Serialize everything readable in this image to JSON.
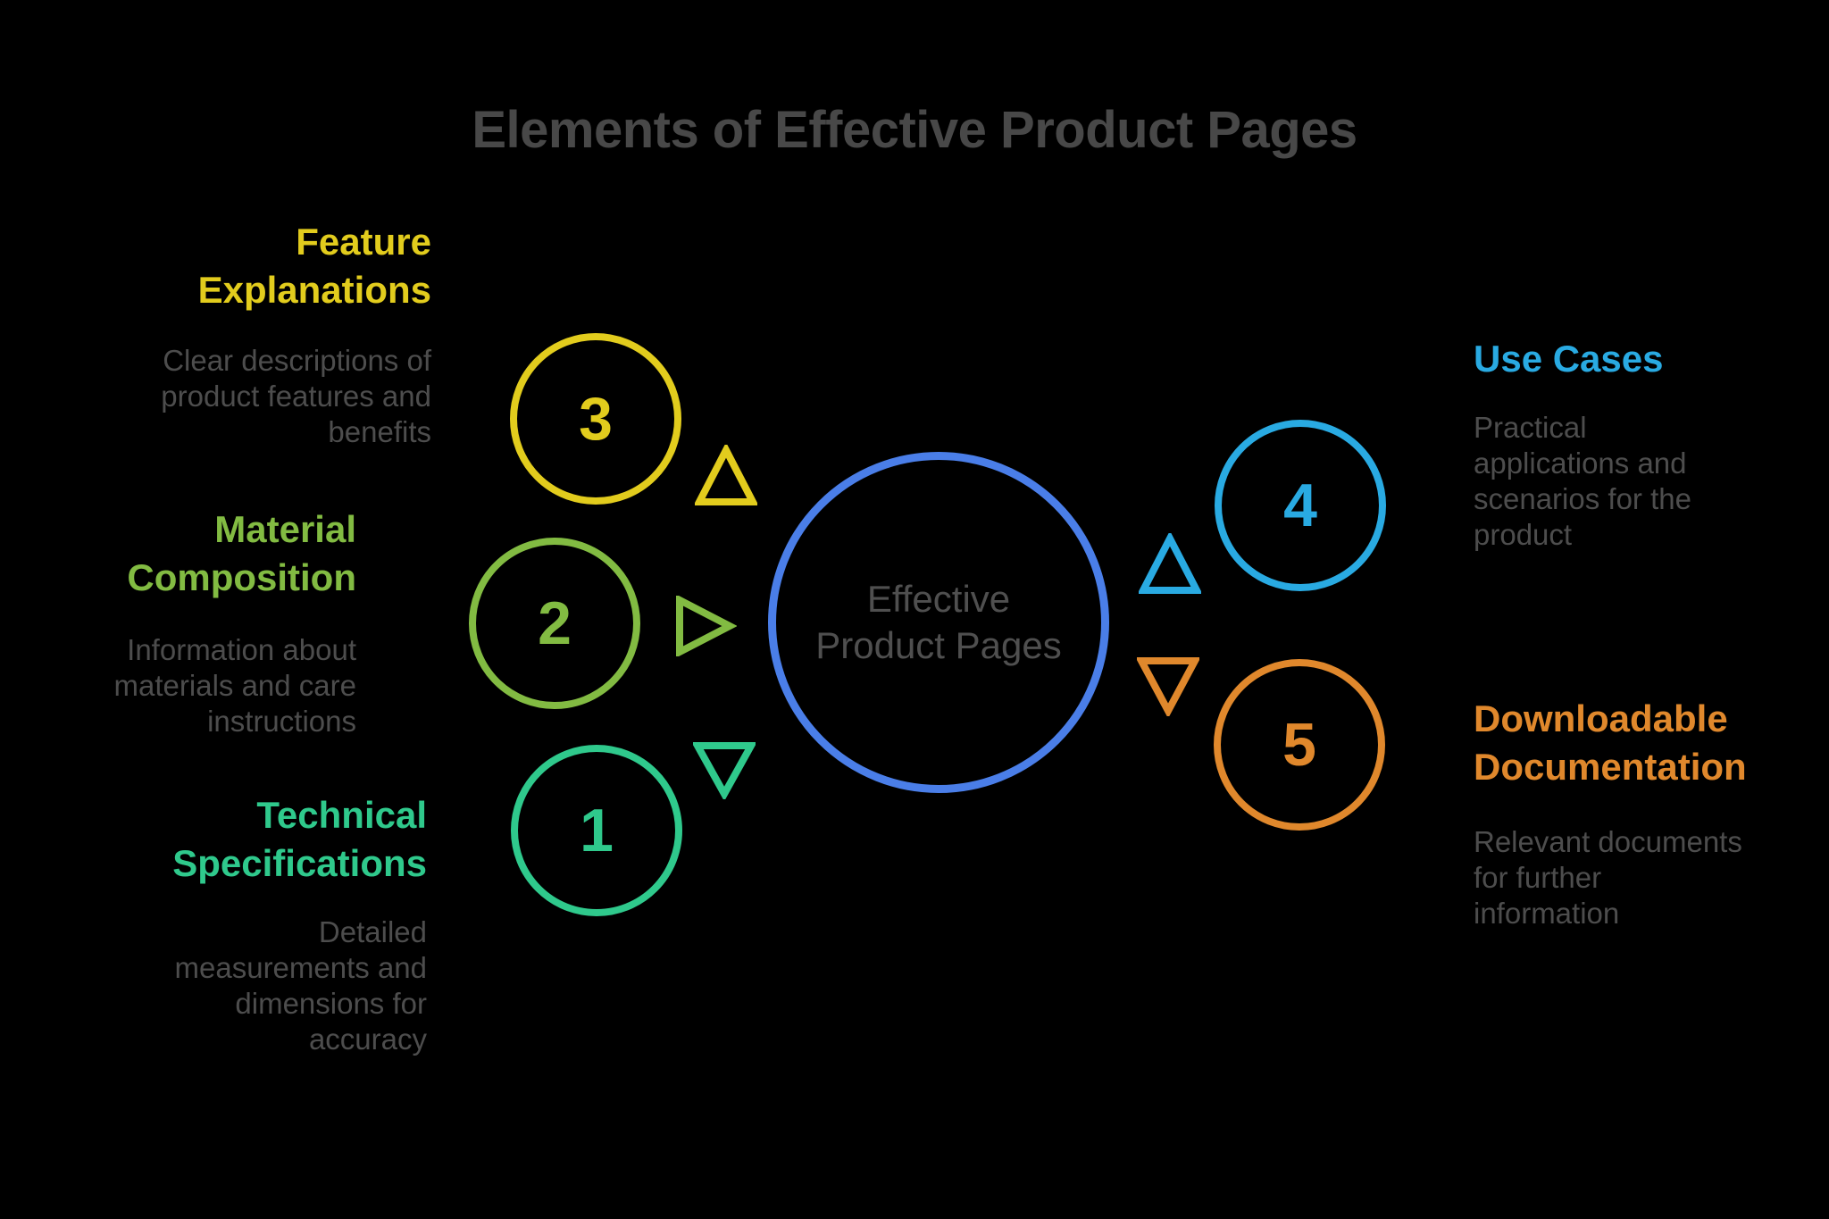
{
  "title": "Elements of Effective Product Pages",
  "background": "#000000",
  "center_circle": {
    "label": "Effective\nProduct Pages",
    "color": "#4a7ee8"
  },
  "steps": [
    {
      "number": "1",
      "heading": "Technical\nSpecifications",
      "description": "Detailed\nmeasurements and\ndimensions for\naccuracy",
      "color": "#2fc98c",
      "side": "left"
    },
    {
      "number": "2",
      "heading": "Material\nComposition",
      "description": "Information about\nmaterials and care\ninstructions",
      "color": "#82bb42",
      "side": "left"
    },
    {
      "number": "3",
      "heading": "Feature\nExplanations",
      "description": "Clear descriptions of\nproduct features and\nbenefits",
      "color": "#e2cc1d",
      "side": "left"
    },
    {
      "number": "4",
      "heading": "Use Cases",
      "description": "Practical\napplications and\nscenarios for the\nproduct",
      "color": "#29aae2",
      "side": "right"
    },
    {
      "number": "5",
      "heading": "Downloadable\nDocumentation",
      "description": "Relevant documents\nfor further\ninformation",
      "color": "#e0882c",
      "side": "right"
    }
  ],
  "text_colors": {
    "title": "#484848",
    "body": "#4d4d4d"
  }
}
